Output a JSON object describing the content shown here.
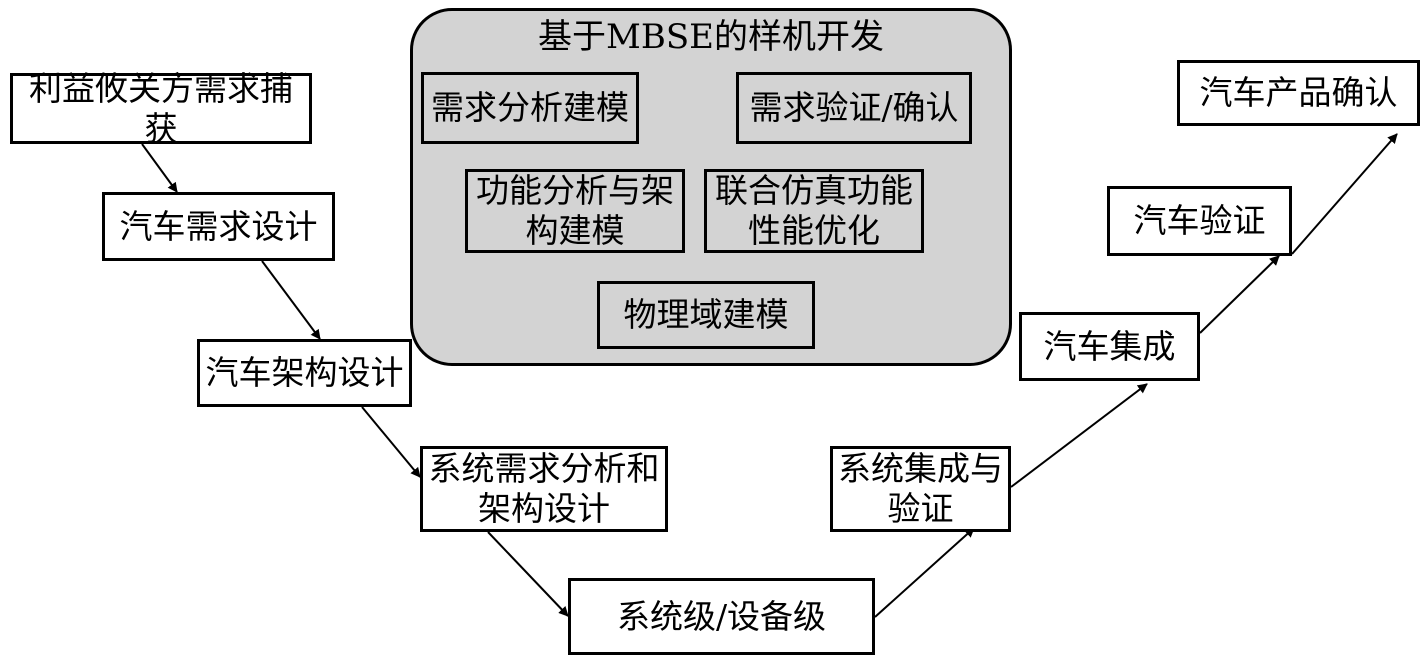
{
  "mbse": {
    "title": "基于MBSE的样机开发",
    "items": [
      {
        "label": "需求分析建模"
      },
      {
        "label": "需求验证/确认"
      },
      {
        "label": "功能分析与架\n构建模"
      },
      {
        "label": "联合仿真功能\n性能优化"
      },
      {
        "label": "物理域建模"
      }
    ]
  },
  "v_model": {
    "left": [
      {
        "label": "利益攸关方需求捕获"
      },
      {
        "label": "汽车需求设计"
      },
      {
        "label": "汽车架构设计"
      },
      {
        "label": "系统需求分析和\n架构设计"
      }
    ],
    "bottom": {
      "label": "系统级/设备级"
    },
    "right": [
      {
        "label": "系统集成与\n验证"
      },
      {
        "label": "汽车集成"
      },
      {
        "label": "汽车验证"
      },
      {
        "label": "汽车产品确认"
      }
    ]
  }
}
